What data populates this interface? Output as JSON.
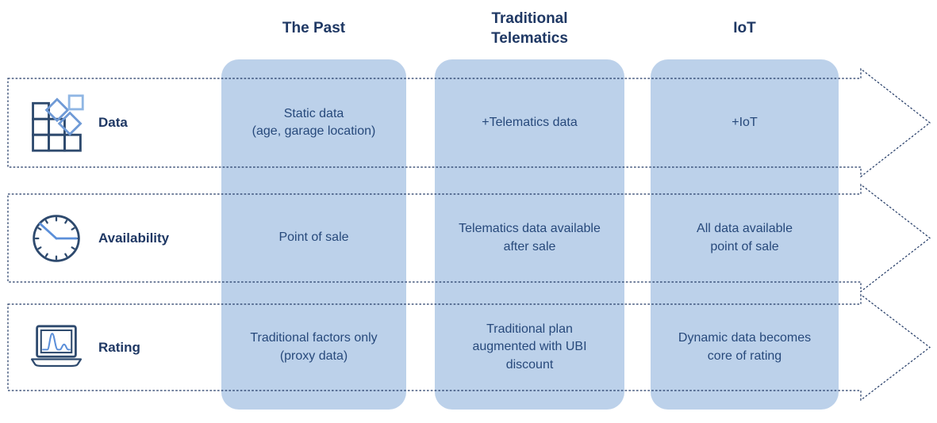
{
  "columns": [
    {
      "label": "The Past"
    },
    {
      "label": "Traditional\nTelematics"
    },
    {
      "label": "IoT"
    }
  ],
  "rows": [
    {
      "label": "Data",
      "icon": "data-blocks-icon",
      "cells": [
        "Static data\n(age, garage location)",
        "+Telematics data",
        "+IoT"
      ]
    },
    {
      "label": "Availability",
      "icon": "clock-icon",
      "cells": [
        "Point of sale",
        "Telematics data available\nafter sale",
        "All data available\npoint of sale"
      ]
    },
    {
      "label": "Rating",
      "icon": "laptop-chart-icon",
      "cells": [
        "Traditional factors only\n(proxy data)",
        "Traditional plan\naugmented with UBI\ndiscount",
        "Dynamic data becomes\ncore of rating"
      ]
    }
  ],
  "colors": {
    "panel_fill": "#bcd1ea",
    "dashed_line": "#203864",
    "header_text": "#1f3864",
    "cell_text": "#27497b",
    "icon_dark": "#2e4a6e",
    "icon_blue": "#6f9ad6",
    "icon_light_blue": "#8fb6e4",
    "icon_hand_blue": "#5b8fd9",
    "background": "#ffffff"
  }
}
